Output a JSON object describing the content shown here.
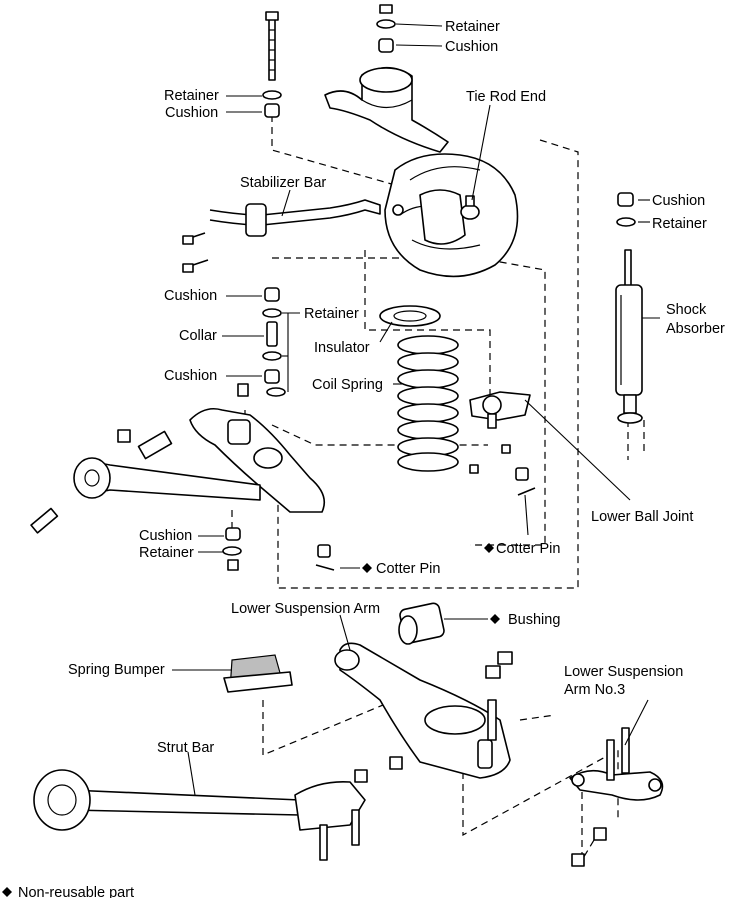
{
  "labels": {
    "retainer_top": "Retainer",
    "cushion_top": "Cushion",
    "retainer_left": "Retainer",
    "cushion_left": "Cushion",
    "tie_rod_end": "Tie Rod End",
    "stabilizer_bar": "Stabilizer Bar",
    "cushion_right": "Cushion",
    "retainer_right": "Retainer",
    "cushion_mid": "Cushion",
    "retainer_mid": "Retainer",
    "collar": "Collar",
    "insulator": "Insulator",
    "cushion_mid2": "Cushion",
    "coil_spring": "Coil Spring",
    "shock_absorber_1": "Shock",
    "shock_absorber_2": "Absorber",
    "lower_ball_joint": "Lower Ball Joint",
    "cushion_low": "Cushion",
    "retainer_low": "Retainer",
    "cotter_pin_right": "Cotter Pin",
    "cotter_pin_mid": "Cotter Pin",
    "lower_suspension_arm": "Lower Suspension Arm",
    "bushing": "Bushing",
    "spring_bumper": "Spring Bumper",
    "lower_suspension_arm_no3_1": "Lower Suspension",
    "lower_suspension_arm_no3_2": "Arm No.3",
    "strut_bar": "Strut Bar"
  },
  "legend": {
    "text": "Non-reusable part"
  }
}
